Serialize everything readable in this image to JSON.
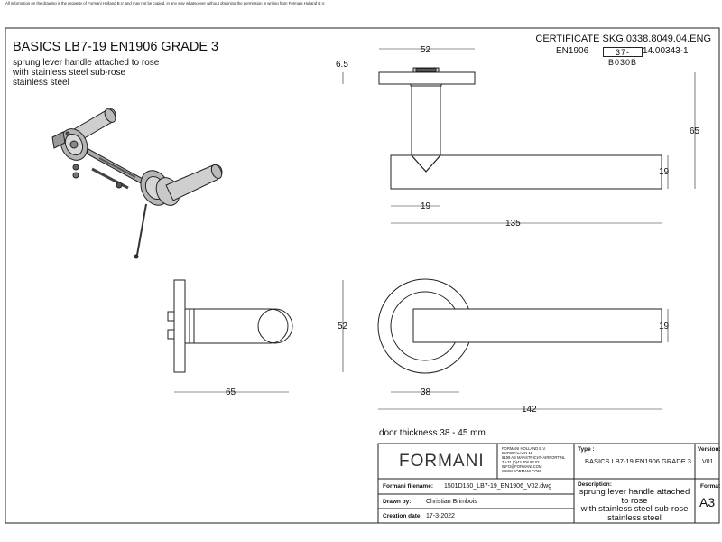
{
  "disclaimer": "All information on the drawing is the property of Formani Holland B.V. and may not be copied, in any way whatsoever without obtaining the permission in writing from Formani Holland B.V.",
  "title": "BASICS LB7-19 EN1906 GRADE 3",
  "description_lines": [
    "sprung lever handle attached to rose",
    "with stainless steel sub-rose",
    "stainless steel"
  ],
  "certificate": {
    "label": "CERTIFICATE SKG.0338.8049.04.ENG",
    "standard": "EN1906",
    "code_boxes": [
      "3",
      "7",
      "-",
      "B",
      "0",
      "3",
      "0",
      "B"
    ],
    "number": "14.00343-1"
  },
  "dimensions": {
    "top_rose_thickness": "6.5",
    "top_rose_width": "52",
    "projection": "65",
    "lever_height_top": "19",
    "lever_stub": "19",
    "lever_length": "135",
    "side_rose_diameter": "52",
    "side_projection": "65",
    "front_lever_height": "19",
    "front_rose_offset": "38",
    "front_total_length": "142"
  },
  "door_thickness": "door thickness 38 - 45 mm",
  "title_block": {
    "brand": "FORMANI",
    "address_lines": [
      "FORMANI HOLLAND B.V.",
      "EUROPALAAN 12",
      "6199 AB MAASTRICHT-AIRPORT NL",
      "T +31 (0)43 308 93 03",
      "INFO@FORMANI.COM",
      "WWW.FORMANI.COM"
    ],
    "type_label": "Type :",
    "type_value": "BASICS LB7-19 EN1906 GRADE 3",
    "version_label": "Version:",
    "version_value": "V01",
    "filename_label": "Formani filename:",
    "filename_value": "1501D150_LB7-19_EN1906_V02.dwg",
    "drawn_label": "Drawn by:",
    "drawn_value": "Christian Brimbois",
    "date_label": "Creation date:",
    "date_value": "17-3-2022",
    "description_label": "Description:",
    "description_lines": [
      "sprung lever handle attached",
      "to rose",
      "with stainless steel sub-rose",
      "stainless steel"
    ],
    "format_label": "Format",
    "format_value": "A3"
  }
}
